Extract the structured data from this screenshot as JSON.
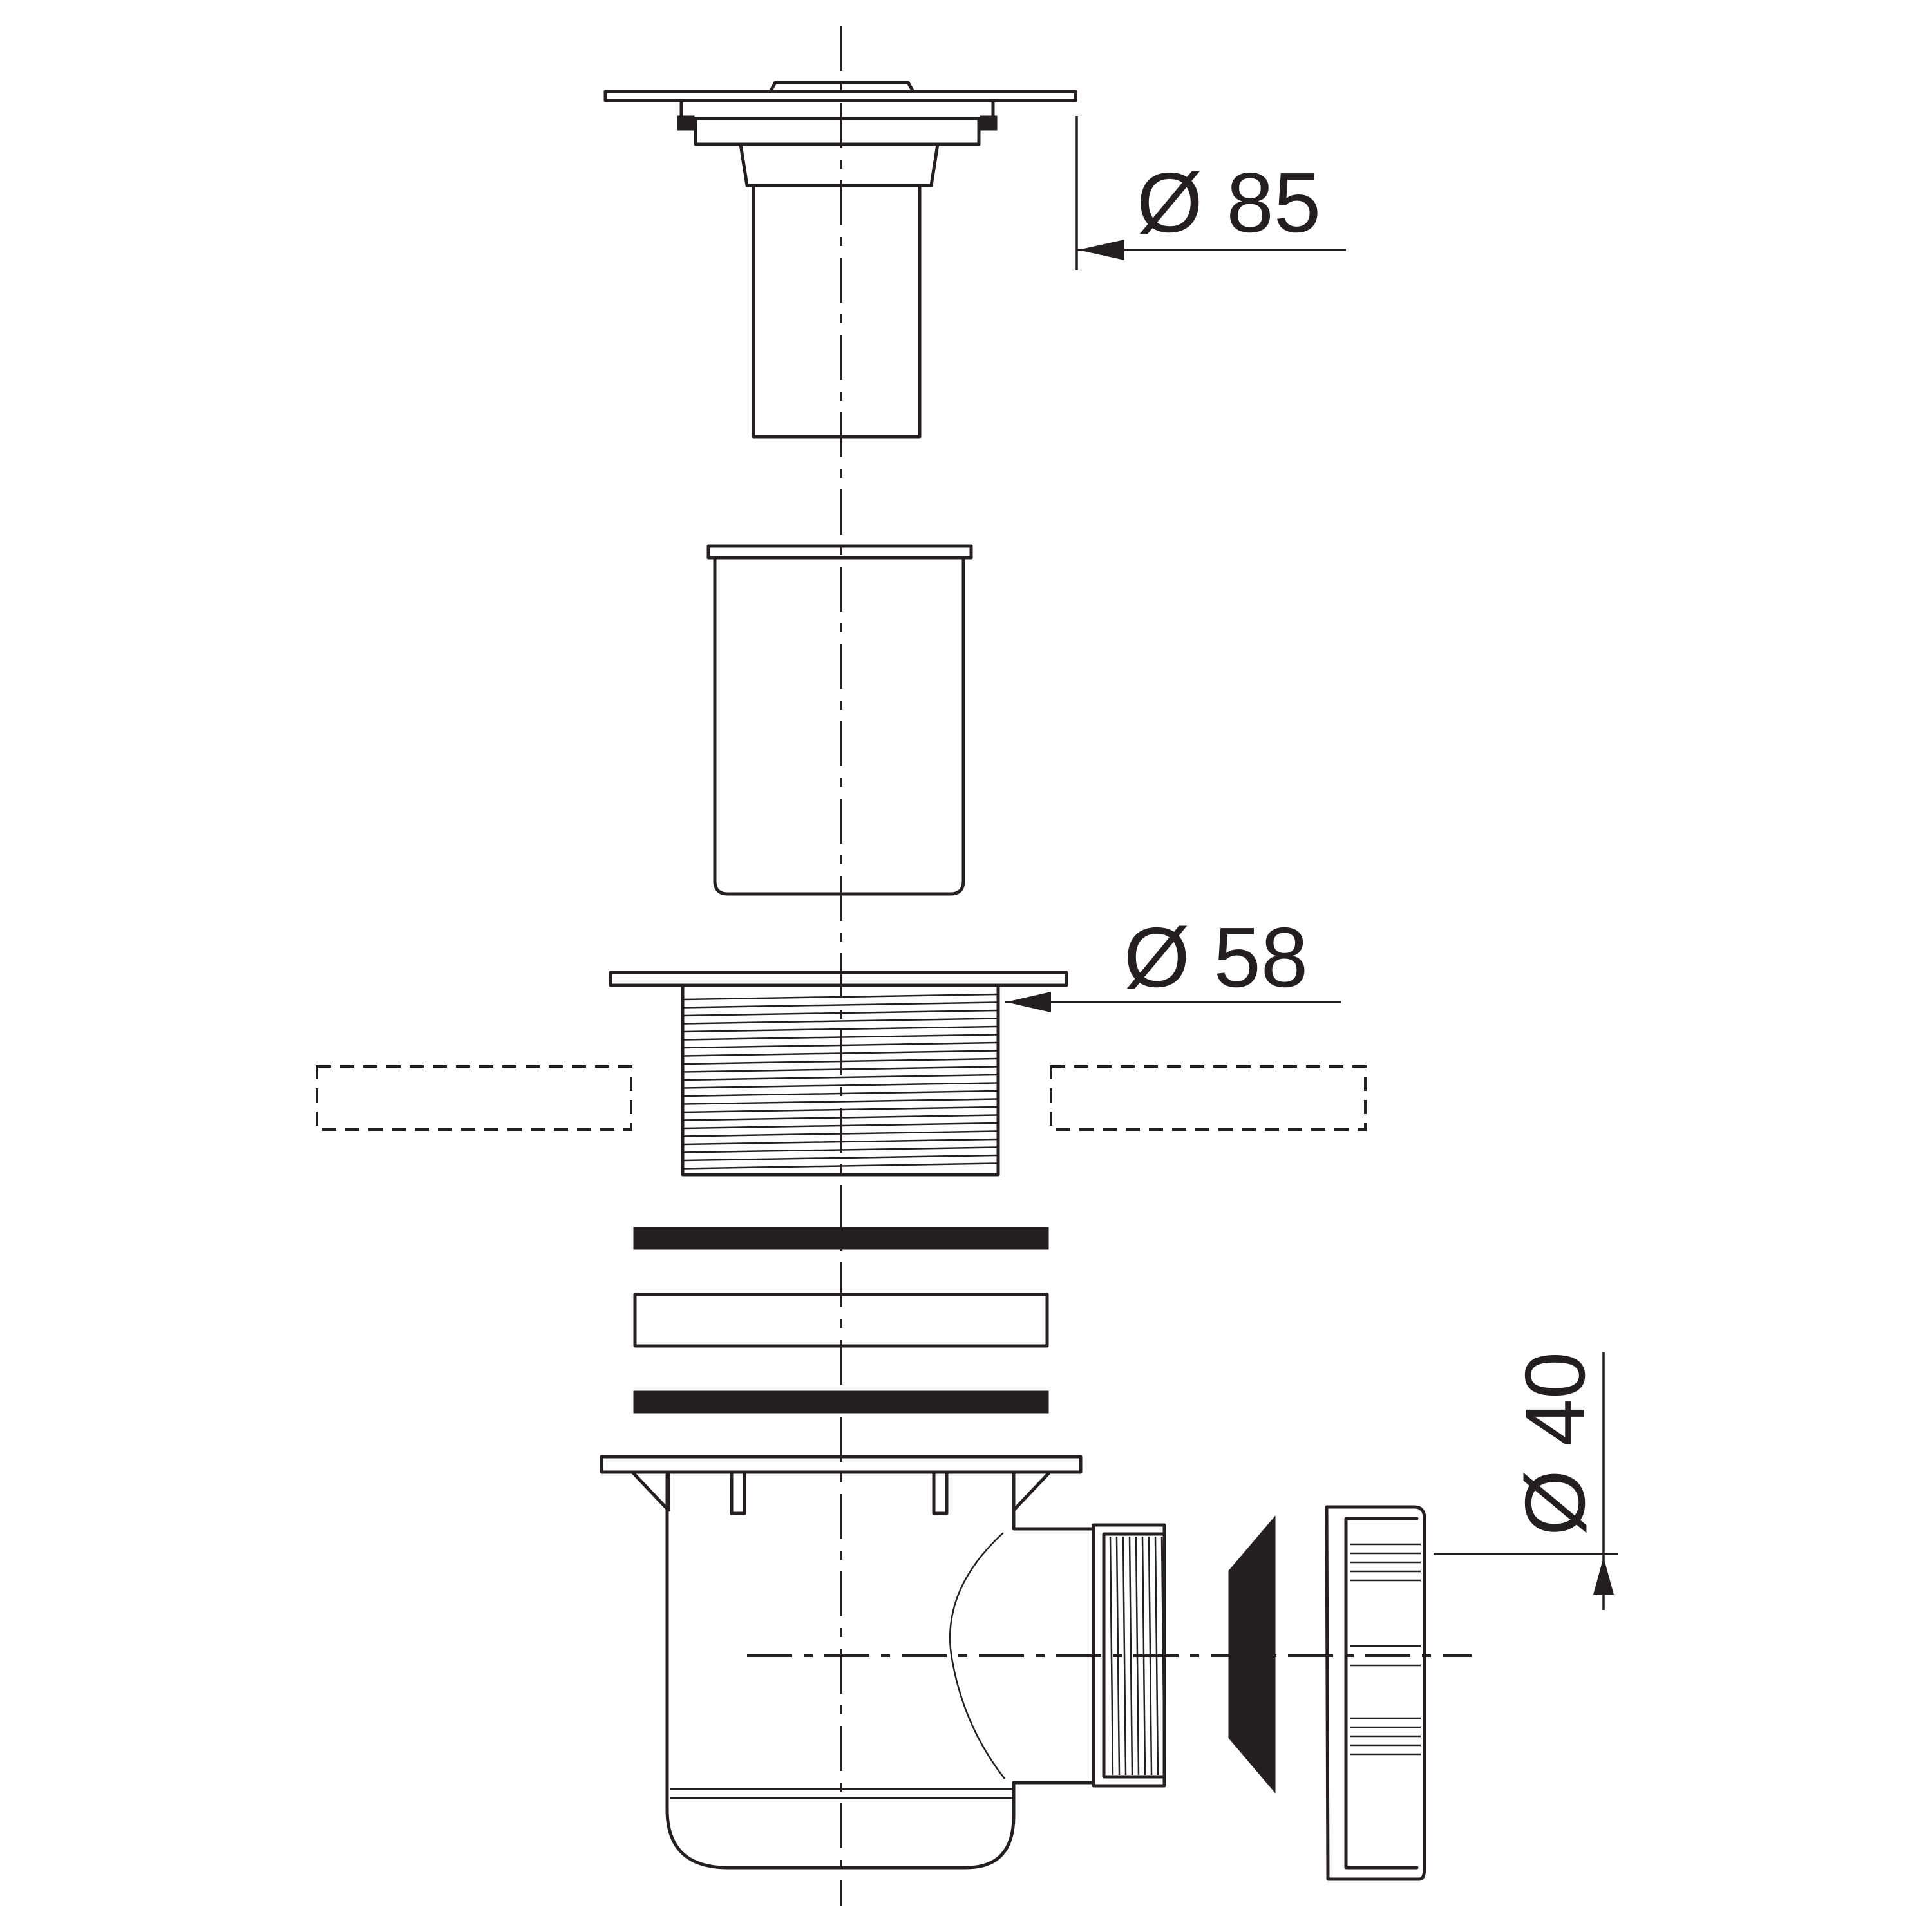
{
  "dimensions": {
    "top_diameter": "Ø 85",
    "thread_diameter": "Ø 58",
    "outlet_diameter": "Ø 40"
  },
  "colors": {
    "ink": "#231f20",
    "background": "#ffffff"
  }
}
